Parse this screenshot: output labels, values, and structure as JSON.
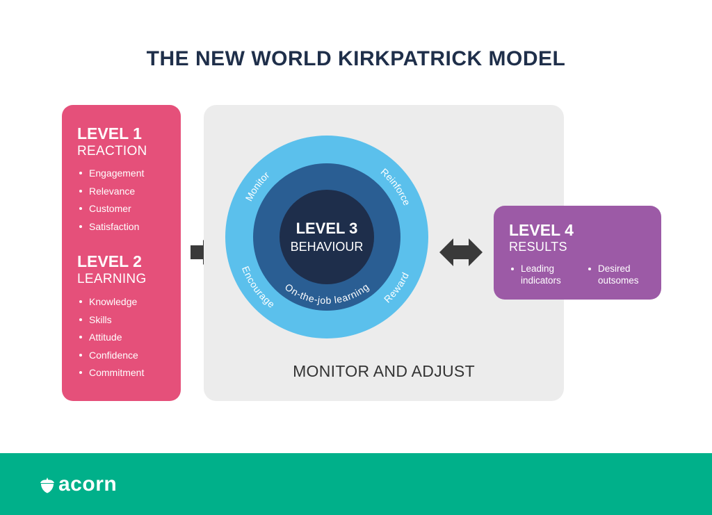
{
  "title": "THE NEW WORLD KIRKPATRICK MODEL",
  "level1": {
    "title": "LEVEL 1",
    "subtitle": "REACTION",
    "items": [
      "Engagement",
      "Relevance",
      "Customer",
      "Satisfaction"
    ]
  },
  "level2": {
    "title": "LEVEL 2",
    "subtitle": "LEARNING",
    "items": [
      "Knowledge",
      "Skills",
      "Attitude",
      "Confidence",
      "Commitment"
    ]
  },
  "level3": {
    "title": "LEVEL 3",
    "subtitle": "BEHAVIOUR",
    "outer_labels": {
      "top_left": "Monitor",
      "top_right": "Reinforce",
      "bottom_left": "Encourage",
      "bottom_right": "Reward"
    },
    "inner_label": "On-the-job learning"
  },
  "level4": {
    "title": "LEVEL 4",
    "subtitle": "RESULTS",
    "items": [
      "Leading indicators",
      "Desired outsomes"
    ]
  },
  "panel_label": "MONITOR AND ADJUST",
  "brand": {
    "name": "acorn"
  },
  "colors": {
    "level1_2": "#e5507a",
    "level4": "#9c5aa6",
    "outer_ring": "#5bc0ec",
    "middle_ring": "#2a5e93",
    "core": "#1e2e4b",
    "panel": "#ececec",
    "footer": "#00b08a",
    "title": "#1f2f4a",
    "arrow": "#3a3a3a"
  },
  "icons": {
    "right_arrow": "arrow-right-icon",
    "double_arrow": "arrow-left-right-icon",
    "logo": "acorn-icon"
  }
}
